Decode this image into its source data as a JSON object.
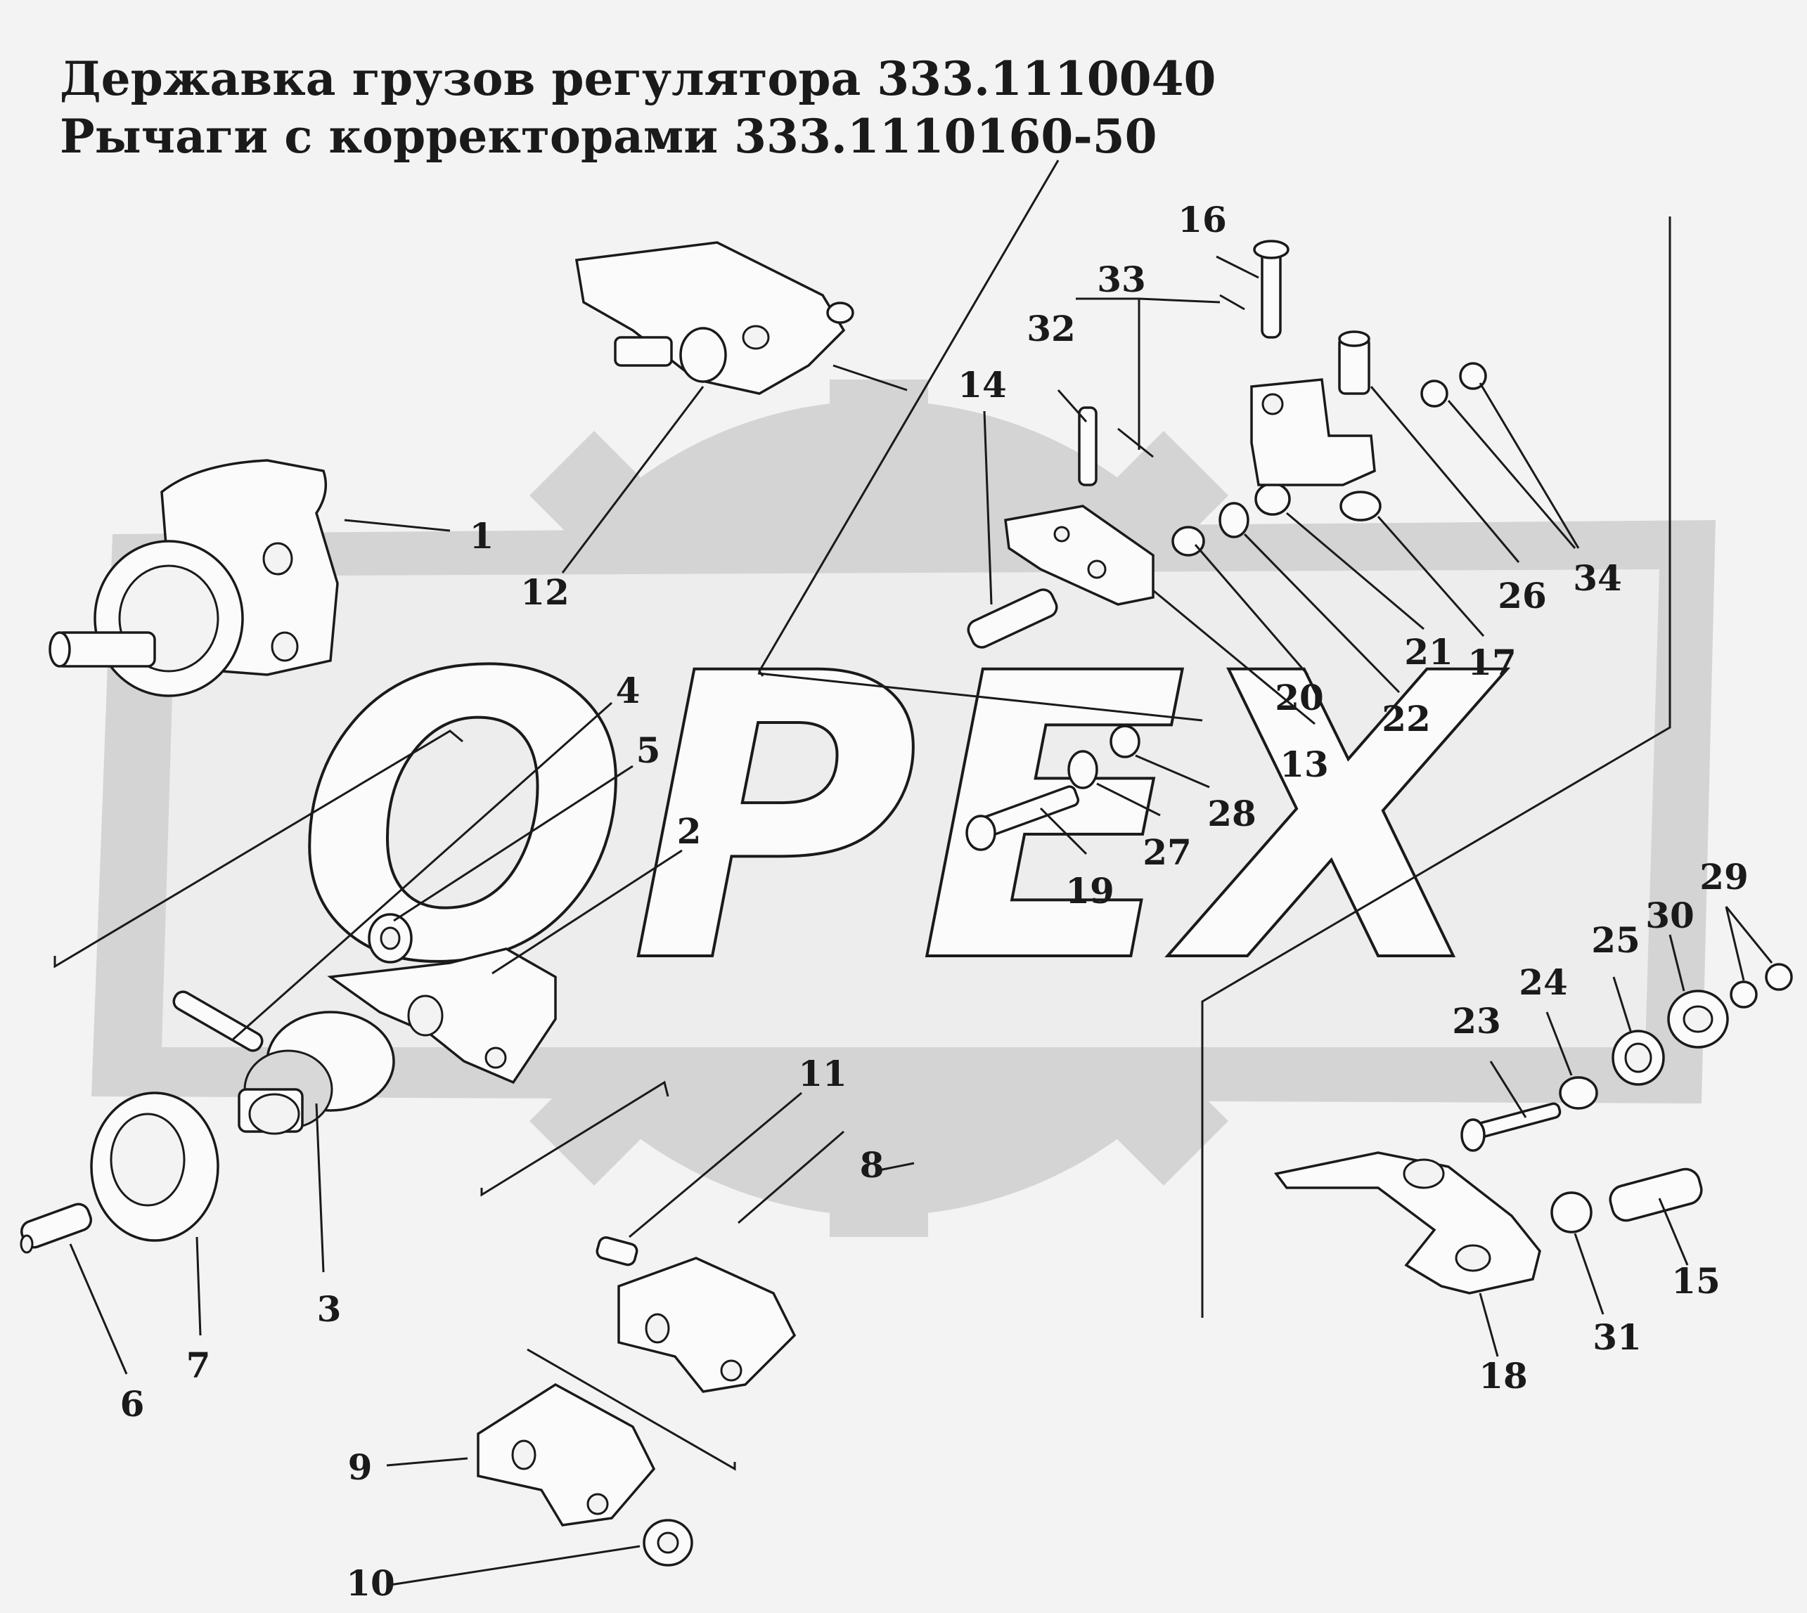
{
  "title": {
    "line1": "Державка грузов регулятора 333.1110040",
    "line2": "Рычаги с корректорами 333.1110160-50"
  },
  "watermark": {
    "text": "OPEX",
    "color": "#d4d4d4"
  },
  "callouts": [
    {
      "id": "1",
      "label": "1"
    },
    {
      "id": "2",
      "label": "2"
    },
    {
      "id": "3",
      "label": "3"
    },
    {
      "id": "4",
      "label": "4"
    },
    {
      "id": "5",
      "label": "5"
    },
    {
      "id": "6",
      "label": "6"
    },
    {
      "id": "7",
      "label": "7"
    },
    {
      "id": "8",
      "label": "8"
    },
    {
      "id": "9",
      "label": "9"
    },
    {
      "id": "10",
      "label": "10"
    },
    {
      "id": "11",
      "label": "11"
    },
    {
      "id": "12",
      "label": "12"
    },
    {
      "id": "13",
      "label": "13"
    },
    {
      "id": "14",
      "label": "14"
    },
    {
      "id": "15",
      "label": "15"
    },
    {
      "id": "16",
      "label": "16"
    },
    {
      "id": "17",
      "label": "17"
    },
    {
      "id": "18",
      "label": "18"
    },
    {
      "id": "19",
      "label": "19"
    },
    {
      "id": "20",
      "label": "20"
    },
    {
      "id": "21",
      "label": "21"
    },
    {
      "id": "22",
      "label": "22"
    },
    {
      "id": "23",
      "label": "23"
    },
    {
      "id": "24",
      "label": "24"
    },
    {
      "id": "25",
      "label": "25"
    },
    {
      "id": "26",
      "label": "26"
    },
    {
      "id": "27",
      "label": "27"
    },
    {
      "id": "28",
      "label": "28"
    },
    {
      "id": "29",
      "label": "29"
    },
    {
      "id": "30",
      "label": "30"
    },
    {
      "id": "31",
      "label": "31"
    },
    {
      "id": "32",
      "label": "32"
    },
    {
      "id": "33",
      "label": "33"
    },
    {
      "id": "34",
      "label": "34"
    }
  ]
}
